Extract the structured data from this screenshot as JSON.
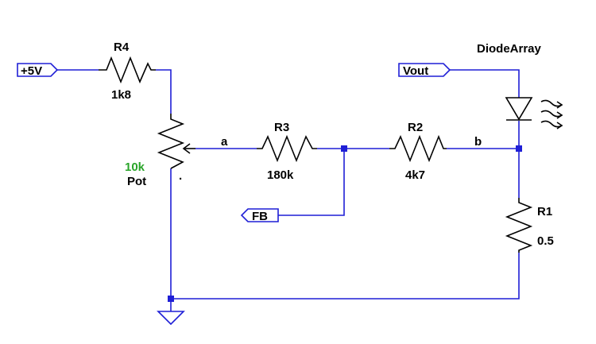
{
  "ports": {
    "plus5v": "+5V",
    "vout": "Vout",
    "fb": "FB"
  },
  "components": {
    "r4": {
      "name": "R4",
      "value": "1k8"
    },
    "r3": {
      "name": "R3",
      "value": "180k"
    },
    "r2": {
      "name": "R2",
      "value": "4k7"
    },
    "r1": {
      "name": "R1",
      "value": "0.5"
    },
    "pot": {
      "value": "10k",
      "name": "Pot",
      "wiper_dot": "."
    },
    "diode": {
      "name": "DiodeArray"
    }
  },
  "nodes": {
    "a": "a",
    "b": "b"
  },
  "colors": {
    "wire": "#1f1fd6",
    "component": "#000000",
    "pot_value": "#2aa52a"
  }
}
